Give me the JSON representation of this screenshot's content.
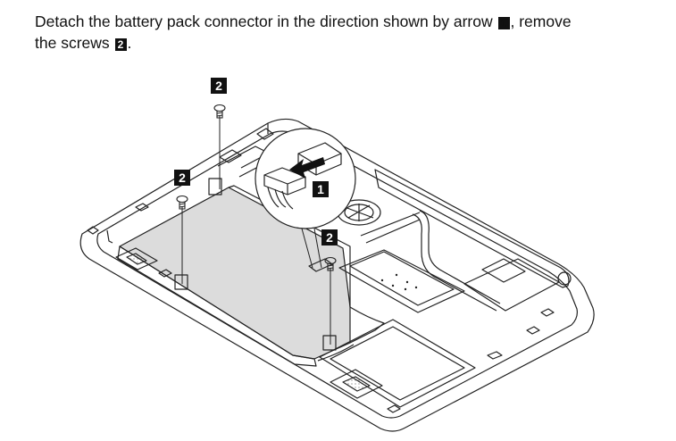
{
  "instruction": {
    "part1": "Detach the battery pack connector in the direction shown by arrow ",
    "marker1": "1",
    "part2": ", remove",
    "part3": "the screws ",
    "marker2": "2",
    "part4": "."
  },
  "callouts": {
    "top_screw": "2",
    "left_screw": "2",
    "connector_arrow": "1",
    "right_screw": "2"
  },
  "icons": {
    "screw": "screw-icon",
    "arrow": "arrow-left-icon",
    "connector": "connector-icon"
  }
}
